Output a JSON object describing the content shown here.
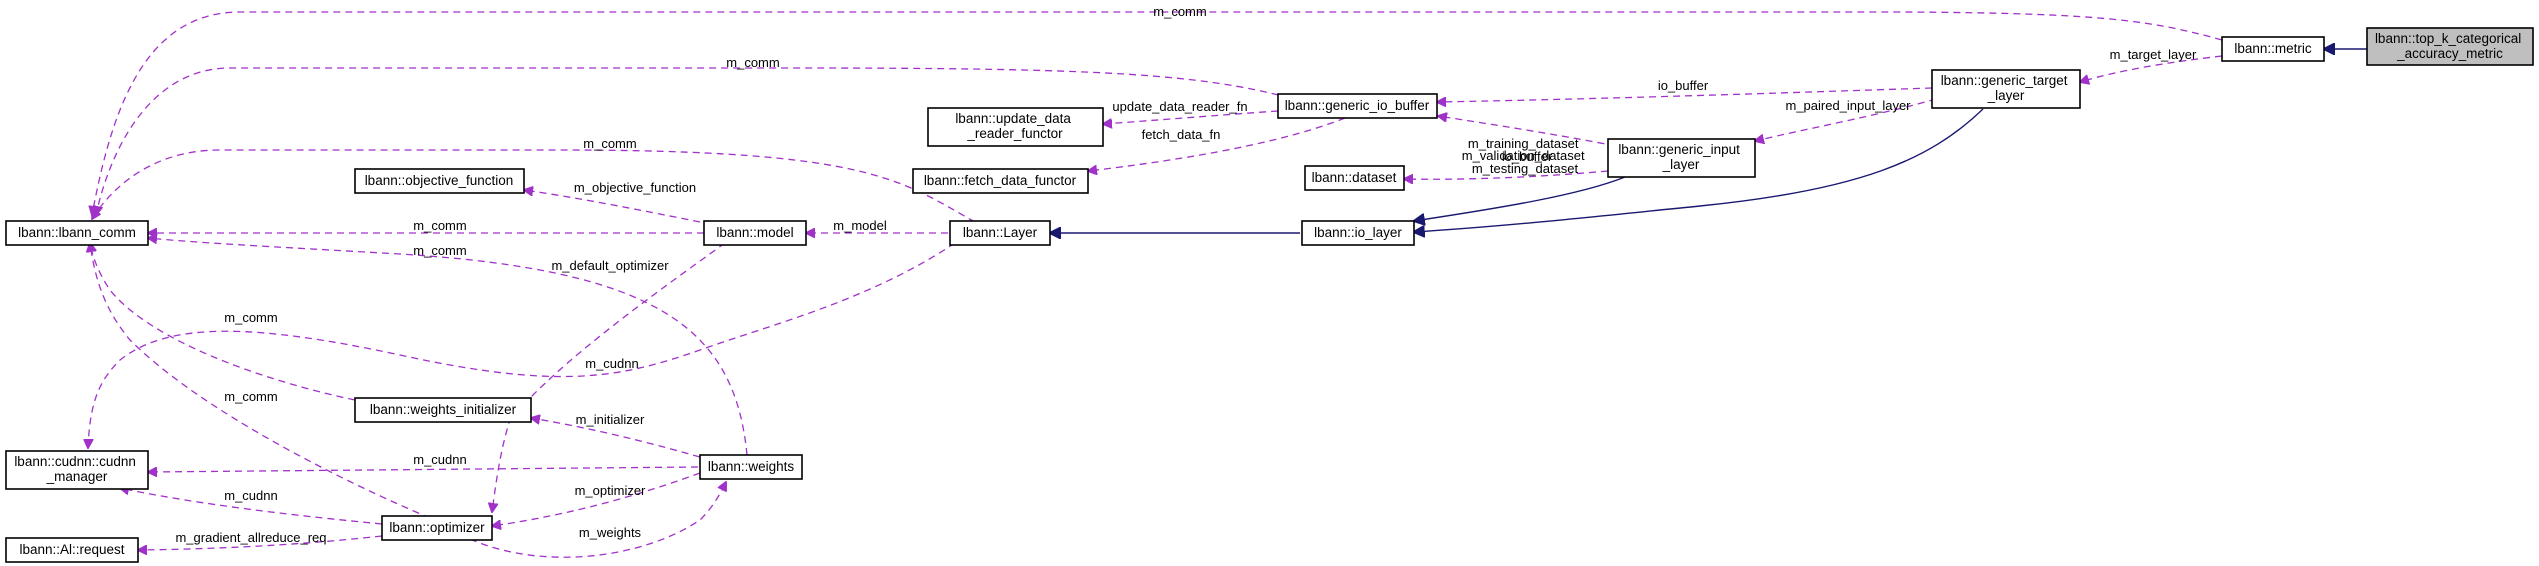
{
  "nodes": {
    "top_k": [
      "lbann::top_k_categorical",
      "_accuracy_metric"
    ],
    "metric": [
      "lbann::metric"
    ],
    "lbann_comm": [
      "lbann::lbann_comm"
    ],
    "generic_target_layer": [
      "lbann::generic_target",
      "_layer"
    ],
    "generic_io_buffer": [
      "lbann::generic_io_buffer"
    ],
    "update_data_reader_functor": [
      "lbann::update_data",
      "_reader_functor"
    ],
    "fetch_data_functor": [
      "lbann::fetch_data_functor"
    ],
    "dataset": [
      "lbann::dataset"
    ],
    "generic_input_layer": [
      "lbann::generic_input",
      "_layer"
    ],
    "objective_function": [
      "lbann::objective_function"
    ],
    "model": [
      "lbann::model"
    ],
    "layer": [
      "lbann::Layer"
    ],
    "io_layer": [
      "lbann::io_layer"
    ],
    "cudnn_manager": [
      "lbann::cudnn::cudnn",
      "_manager"
    ],
    "weights_initializer": [
      "lbann::weights_initializer"
    ],
    "weights": [
      "lbann::weights"
    ],
    "al_request": [
      "lbann::Al::request"
    ],
    "optimizer": [
      "lbann::optimizer"
    ]
  },
  "edges": [
    {
      "id": "metric-to-topk",
      "label": []
    },
    {
      "id": "metric-comm",
      "label": [
        "m_comm"
      ]
    },
    {
      "id": "metric-target-layer",
      "label": [
        "m_target_layer"
      ]
    },
    {
      "id": "iobuf-comm",
      "label": [
        "m_comm"
      ]
    },
    {
      "id": "target-iobuf",
      "label": [
        "io_buffer"
      ]
    },
    {
      "id": "iobuf-update",
      "label": [
        "update_data_reader_fn"
      ]
    },
    {
      "id": "iobuf-fetch",
      "label": [
        "fetch_data_fn"
      ]
    },
    {
      "id": "input-target",
      "label": [
        "m_paired_input_layer"
      ]
    },
    {
      "id": "input-iobuf",
      "label": [
        "io_buffer"
      ]
    },
    {
      "id": "input-dataset",
      "label": [
        "m_training_dataset",
        "m_validation_dataset",
        "m_testing_dataset"
      ]
    },
    {
      "id": "input-to-iolayer",
      "label": []
    },
    {
      "id": "target-to-iolayer",
      "label": []
    },
    {
      "id": "iolayer-to-layer",
      "label": []
    },
    {
      "id": "layer-comm",
      "label": [
        "m_comm"
      ]
    },
    {
      "id": "layer-model",
      "label": [
        "m_model"
      ]
    },
    {
      "id": "model-objfn",
      "label": [
        "m_objective_function"
      ]
    },
    {
      "id": "model-comm",
      "label": [
        "m_comm"
      ]
    },
    {
      "id": "weights-comm",
      "label": [
        "m_comm"
      ]
    },
    {
      "id": "model-optimizer",
      "label": [
        "m_default_optimizer"
      ]
    },
    {
      "id": "init-comm",
      "label": [
        "m_comm"
      ]
    },
    {
      "id": "layer-cudnn",
      "label": [
        "m_cudnn"
      ]
    },
    {
      "id": "opt-comm",
      "label": [
        "m_comm"
      ]
    },
    {
      "id": "weights-init",
      "label": [
        "m_initializer"
      ]
    },
    {
      "id": "weights-cudnn",
      "label": [
        "m_cudnn"
      ]
    },
    {
      "id": "weights-optimizer",
      "label": [
        "m_optimizer"
      ]
    },
    {
      "id": "opt-cudnn",
      "label": [
        "m_cudnn"
      ]
    },
    {
      "id": "opt-weights",
      "label": [
        "m_weights"
      ]
    },
    {
      "id": "opt-request",
      "label": [
        "m_gradient_allreduce_req"
      ]
    }
  ],
  "colors": {
    "dashed_edge": "#a132c9",
    "solid_edge": "#191970",
    "root_fill": "#bfbfbf",
    "node_fill": "#ffffff",
    "node_border": "#000000"
  }
}
